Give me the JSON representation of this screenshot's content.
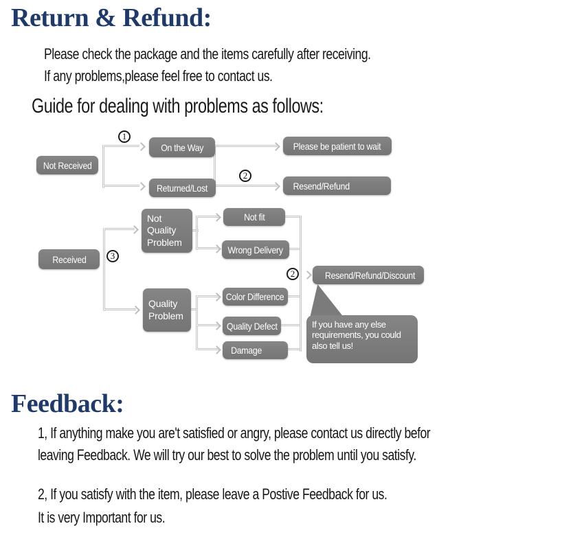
{
  "header": {
    "title": "Return & Refund:",
    "intro_line1": "Please check the package and the items carefully after receiving.",
    "intro_line2": "If any problems,please feel free to contact us.",
    "guide_heading": "Guide for dealing with problems as follows:"
  },
  "colors": {
    "heading_navy": "#1e3a6b",
    "node_gray": "#7b7b7b",
    "connector_gray": "#c3c3c3",
    "node_text": "#ffffff"
  },
  "flow_not_received": {
    "source": "Not Received",
    "step_label_1": "1",
    "on_the_way": "On the Way",
    "returned_lost": "Returned/Lost",
    "step_label_2": "2",
    "please_wait": "Please be patient to wait",
    "resend_refund": "Resend/Refund"
  },
  "flow_received": {
    "source": "Received",
    "step_label_3": "3",
    "not_quality_problem": "Not Quality Problem",
    "quality_problem": "Quality Problem",
    "not_fit": "Not fit",
    "wrong_delivery": "Wrong Delivery",
    "color_difference": "Color Difference",
    "quality_defect": "Quality Defect",
    "damage": "Damage",
    "step_label_2": "2",
    "resend_refund_discount": "Resend/Refund/Discount",
    "bubble_line1": "If you have any else",
    "bubble_line2": "requirements, you could",
    "bubble_line3": "also tell us!"
  },
  "feedback": {
    "title": "Feedback:",
    "para1_line1": "1, If anything make you are't satisfied or angry, please contact us directly befor",
    "para1_line2": "leaving Feedback. We will try our best to solve the problem until you satisfy.",
    "para2_line1": "2, If you satisfy with the item, please leave a Postive Feedback for us.",
    "para2_line2": "It is very Important for us."
  }
}
